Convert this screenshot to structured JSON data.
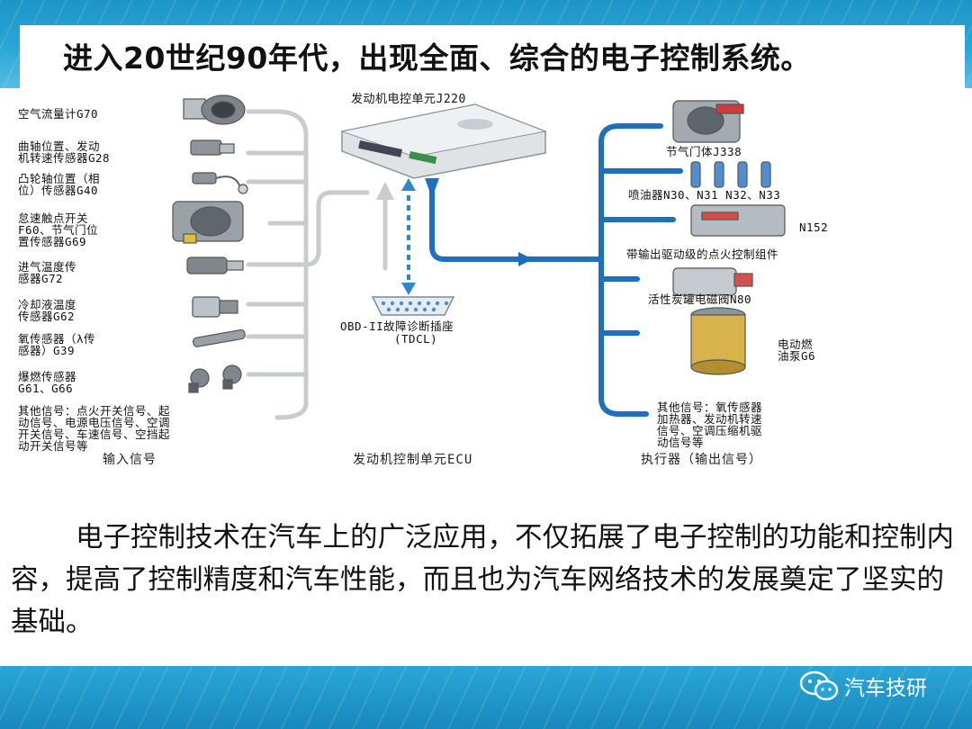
{
  "slide": {
    "title": "进入20世纪90年代，出现全面、综合的电子控制系统。",
    "body": "电子控制技术在汽车上的广泛应用，不仅拓展了电子控制的功能和控制内容，提高了控制精度和汽车性能，而且也为汽车网络技术的发展奠定了坚实的基础。"
  },
  "diagram": {
    "ecu_label": "发动机电控单元J220",
    "obd_label_1": "OBD-II故障诊断插座",
    "obd_label_2": "(TDCL)",
    "inputs": [
      "空气流量计G70",
      "曲轴位置、发动\n机转速传感器G28",
      "凸轮轴位置（相\n位）传感器G40",
      "怠速触点开关\nF60、节气门位\n置传感器G69",
      "进气温度传\n感器G72",
      "冷却液温度\n传感器G62",
      "氧传感器（λ传\n感器）G39",
      "爆燃传感器\nG61、G66",
      "其他信号：点火开关信号、起\n动信号、电源电压信号、空调\n开关信号、车速信号、空挡起\n动开关信号等"
    ],
    "outputs": [
      "节气门体J338",
      "喷油器N30、N31 N32、N33",
      "N152",
      "带输出驱动级的点火控制组件",
      "活性炭罐电磁阀N80",
      "电动燃\n油泵G6",
      "其他信号：氧传感器\n加热器、发动机转速\n信号、空调压缩机驱\n动信号等"
    ],
    "captions": {
      "inputs": "输入信号",
      "ecu": "发动机控制单元ECU",
      "outputs": "执行器（输出信号）"
    }
  },
  "brand": {
    "name": "汽车技研",
    "icon": "wechat-icon"
  },
  "colors": {
    "band": "#2aa6d6",
    "output_line": "#1f6fc0",
    "input_line": "#c8cccc"
  }
}
